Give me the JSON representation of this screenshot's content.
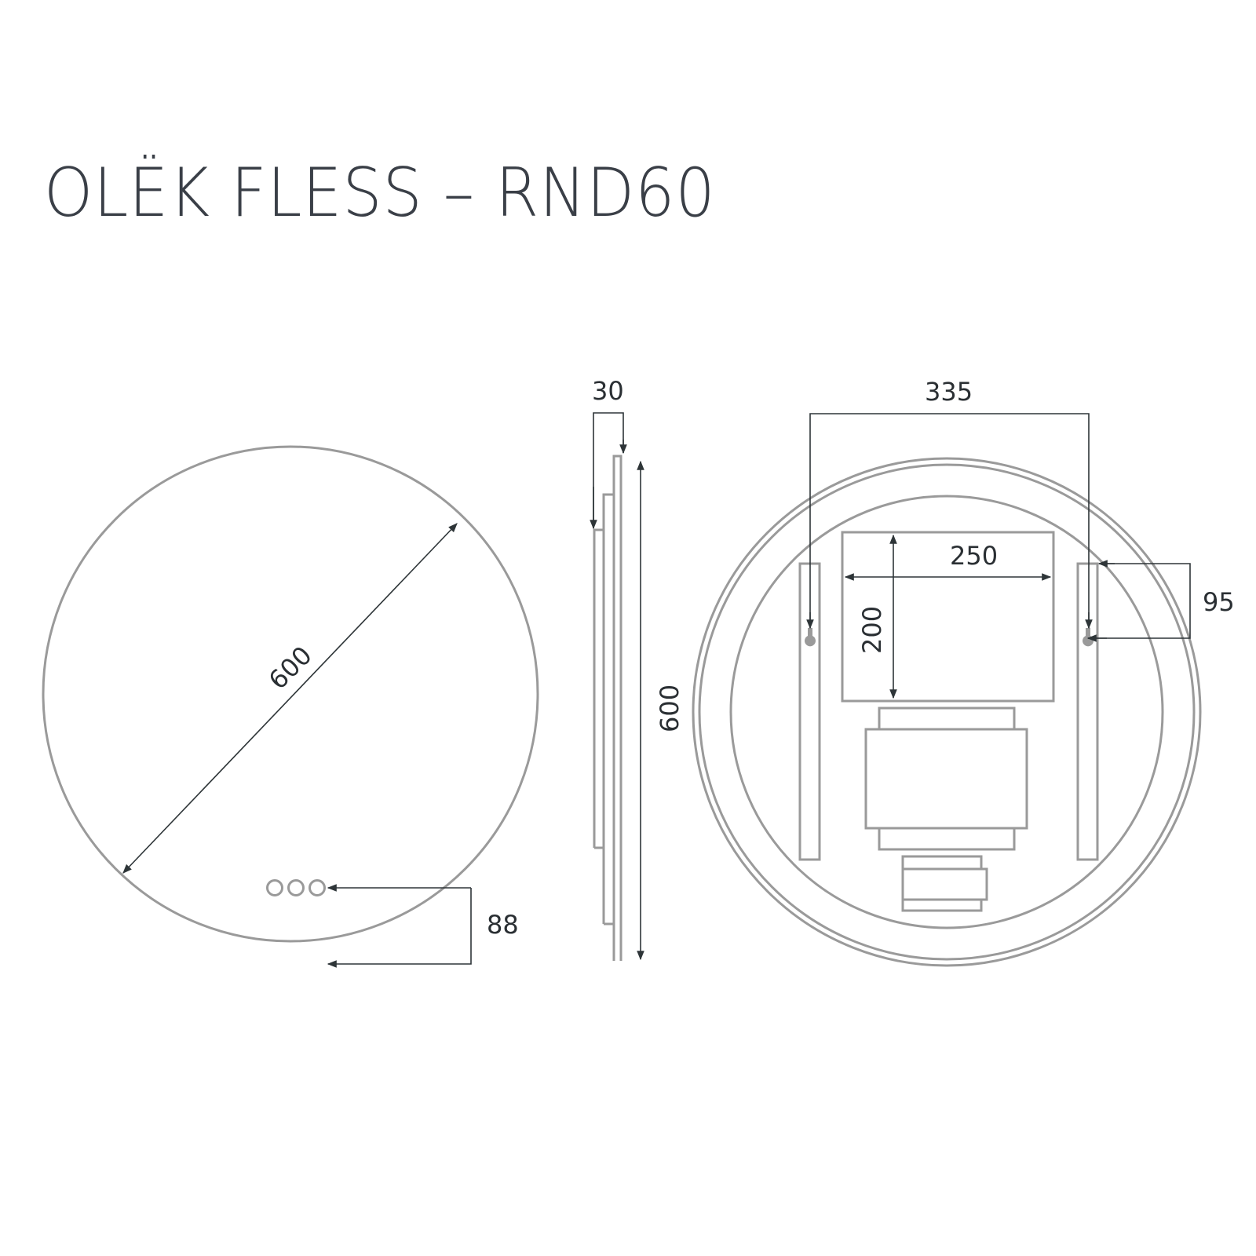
{
  "title": "OLËK FLESS – RND60",
  "colors": {
    "title": "#3a3f47",
    "outline": "#9a9a9a",
    "dimension_line": "#2e3538",
    "background": "#ffffff"
  },
  "views": {
    "front": {
      "diameter_label": "600",
      "button_offset_label": "88",
      "touch_buttons": 3
    },
    "side": {
      "depth_label": "30",
      "height_label": "600"
    },
    "back": {
      "hanger_spacing_label": "335",
      "hanger_from_top_label": "95",
      "panel_width_label": "250",
      "panel_height_label": "200"
    }
  }
}
